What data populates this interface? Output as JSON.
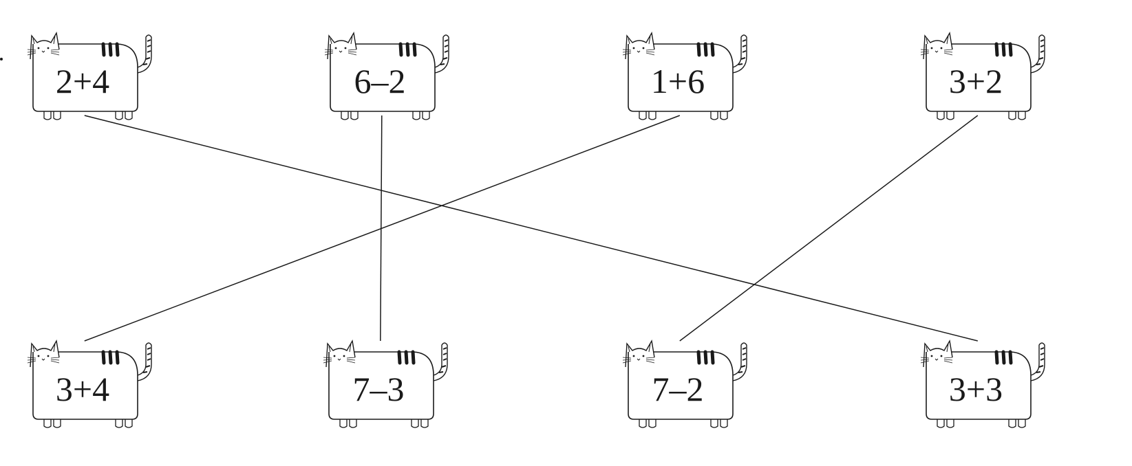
{
  "top_row": [
    {
      "id": "top-0",
      "expression": "2+4"
    },
    {
      "id": "top-1",
      "expression": "6–2"
    },
    {
      "id": "top-2",
      "expression": "1+6"
    },
    {
      "id": "top-3",
      "expression": "3+2"
    }
  ],
  "bottom_row": [
    {
      "id": "bot-0",
      "expression": "3+4"
    },
    {
      "id": "bot-1",
      "expression": "7–3"
    },
    {
      "id": "bot-2",
      "expression": "7–2"
    },
    {
      "id": "bot-3",
      "expression": "3+3"
    }
  ],
  "connections": [
    {
      "from": "top-0",
      "to": "bot-3"
    },
    {
      "from": "top-1",
      "to": "bot-1"
    },
    {
      "from": "top-2",
      "to": "bot-0"
    },
    {
      "from": "top-3",
      "to": "bot-2"
    }
  ],
  "colors": {
    "outline": "#1a1a1a",
    "line": "#1a1a1a",
    "text": "#1a1a1a",
    "background": "#ffffff"
  }
}
